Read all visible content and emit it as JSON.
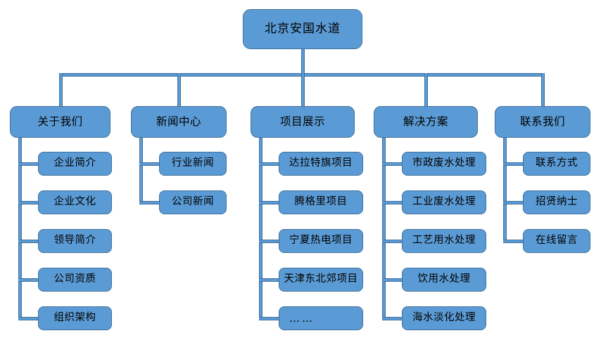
{
  "diagram": {
    "type": "organization-sitemap-tree",
    "colors": {
      "node_fill": "#5B9BD5",
      "node_border": "#41719C",
      "connector": "#5B9BD5",
      "background": "#FFFFFF",
      "text": "#000000"
    },
    "root": {
      "label": "北京安国水道"
    },
    "branches": [
      {
        "label": "关于我们",
        "children": [
          {
            "label": "企业简介"
          },
          {
            "label": "企业文化"
          },
          {
            "label": "领导简介"
          },
          {
            "label": "公司资质"
          },
          {
            "label": "组织架构"
          }
        ]
      },
      {
        "label": "新闻中心",
        "children": [
          {
            "label": "行业新闻"
          },
          {
            "label": "公司新闻"
          }
        ]
      },
      {
        "label": "项目展示",
        "children": [
          {
            "label": "达拉特旗项目"
          },
          {
            "label": "腾格里项目"
          },
          {
            "label": "宁夏热电项目"
          },
          {
            "label": "天津东北郊项目"
          },
          {
            "label": "……"
          }
        ]
      },
      {
        "label": "解决方案",
        "children": [
          {
            "label": "市政废水处理"
          },
          {
            "label": "工业废水处理"
          },
          {
            "label": "工艺用水处理"
          },
          {
            "label": "饮用水处理"
          },
          {
            "label": "海水淡化处理"
          }
        ]
      },
      {
        "label": "联系我们",
        "children": [
          {
            "label": "联系方式"
          },
          {
            "label": "招贤纳士"
          },
          {
            "label": "在线留言"
          }
        ]
      }
    ]
  }
}
